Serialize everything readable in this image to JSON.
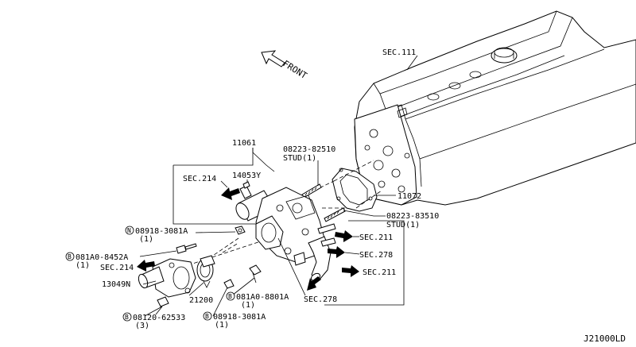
{
  "diagram": {
    "front_label": "FRONT",
    "drawing_code": "J21000LD",
    "sections": {
      "sec_111": "SEC.111",
      "sec_214_top": "SEC.214",
      "sec_214_left": "SEC.214",
      "sec_211_right": "SEC.211",
      "sec_211_lower": "SEC.211",
      "sec_278_right": "SEC.278",
      "sec_278_bottom": "SEC.278"
    },
    "parts": {
      "p11061": "11061",
      "p14053y": "14053Y",
      "p11072": "11072",
      "p13049n": "13049N",
      "p21200": "21200",
      "stud_upper": {
        "number": "08223-82510",
        "qty": "STUD(1)"
      },
      "stud_lower": {
        "number": "08223-83510",
        "qty": "STUD(1)"
      },
      "nut_upper": {
        "prefix": "N",
        "number": "08918-3081A",
        "qty": "(1)"
      },
      "bolt_8452": {
        "prefix": "B",
        "number": "081A0-8452A",
        "qty": "(1)"
      },
      "bolt_8801": {
        "prefix": "B",
        "number": "081A0-8801A",
        "qty": "(1)"
      },
      "nut_lower": {
        "prefix": "B",
        "number": "08918-3081A",
        "qty": "(1)"
      },
      "bolt_62533": {
        "prefix": "B",
        "number": "08120-62533",
        "qty": "(3)"
      }
    }
  }
}
